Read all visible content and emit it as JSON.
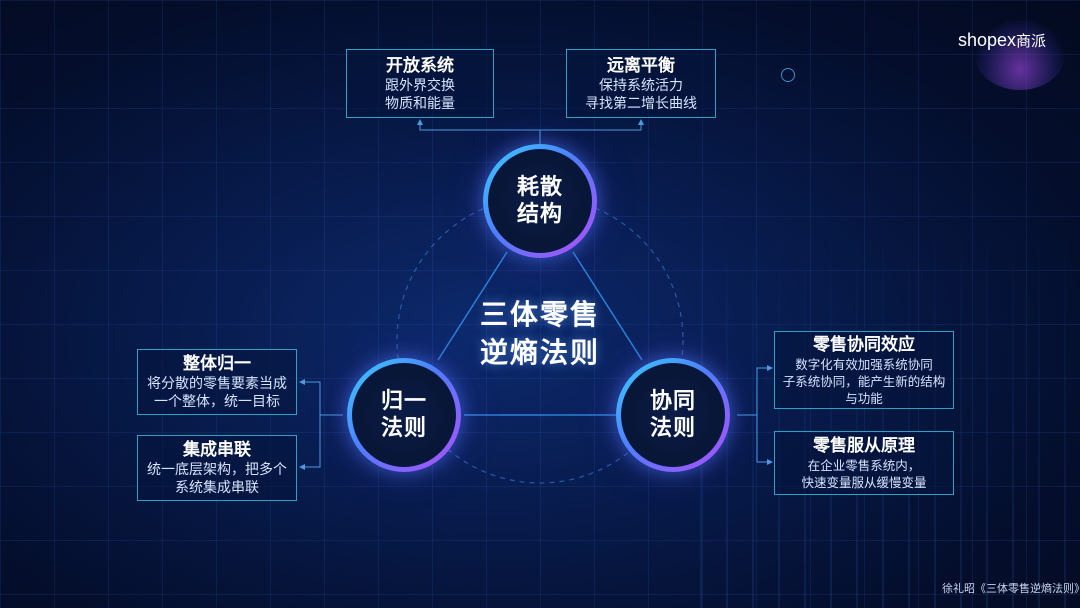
{
  "logo": {
    "brand": "shopex",
    "brand_cn": "商派"
  },
  "center_title": {
    "line1": "三体零售",
    "line2": "逆熵法则"
  },
  "nodes": {
    "top": {
      "line1": "耗散",
      "line2": "结构"
    },
    "left": {
      "line1": "归一",
      "line2": "法则"
    },
    "right": {
      "line1": "协同",
      "line2": "法则"
    }
  },
  "boxes": {
    "open_system": {
      "title": "开放系统",
      "lines": [
        "跟外界交换",
        "物质和能量"
      ]
    },
    "far_from_equilibrium": {
      "title": "远离平衡",
      "lines": [
        "保持系统活力",
        "寻找第二增长曲线"
      ]
    },
    "unify_whole": {
      "title": "整体归一",
      "lines": [
        "将分散的零售要素当成",
        "一个整体，统一目标"
      ]
    },
    "integrate_serial": {
      "title": "集成串联",
      "lines": [
        "统一底层架构，把多个",
        "系统集成串联"
      ]
    },
    "retail_synergy": {
      "title": "零售协同效应",
      "lines": [
        "数字化有效加强系统协同",
        "子系统协同，能产生新的结构",
        "与功能"
      ]
    },
    "retail_slaving": {
      "title": "零售服从原理",
      "lines": [
        "在企业零售系统内，",
        "快速变量服从缓慢变量"
      ]
    }
  },
  "footer": {
    "credit": "徐礼昭《三体零售逆熵法则》"
  },
  "colors": {
    "box_border": "#2aa2c8",
    "line": "#2c7fd8",
    "ring_start": "#3ad0ff",
    "ring_end": "#b34dff"
  }
}
